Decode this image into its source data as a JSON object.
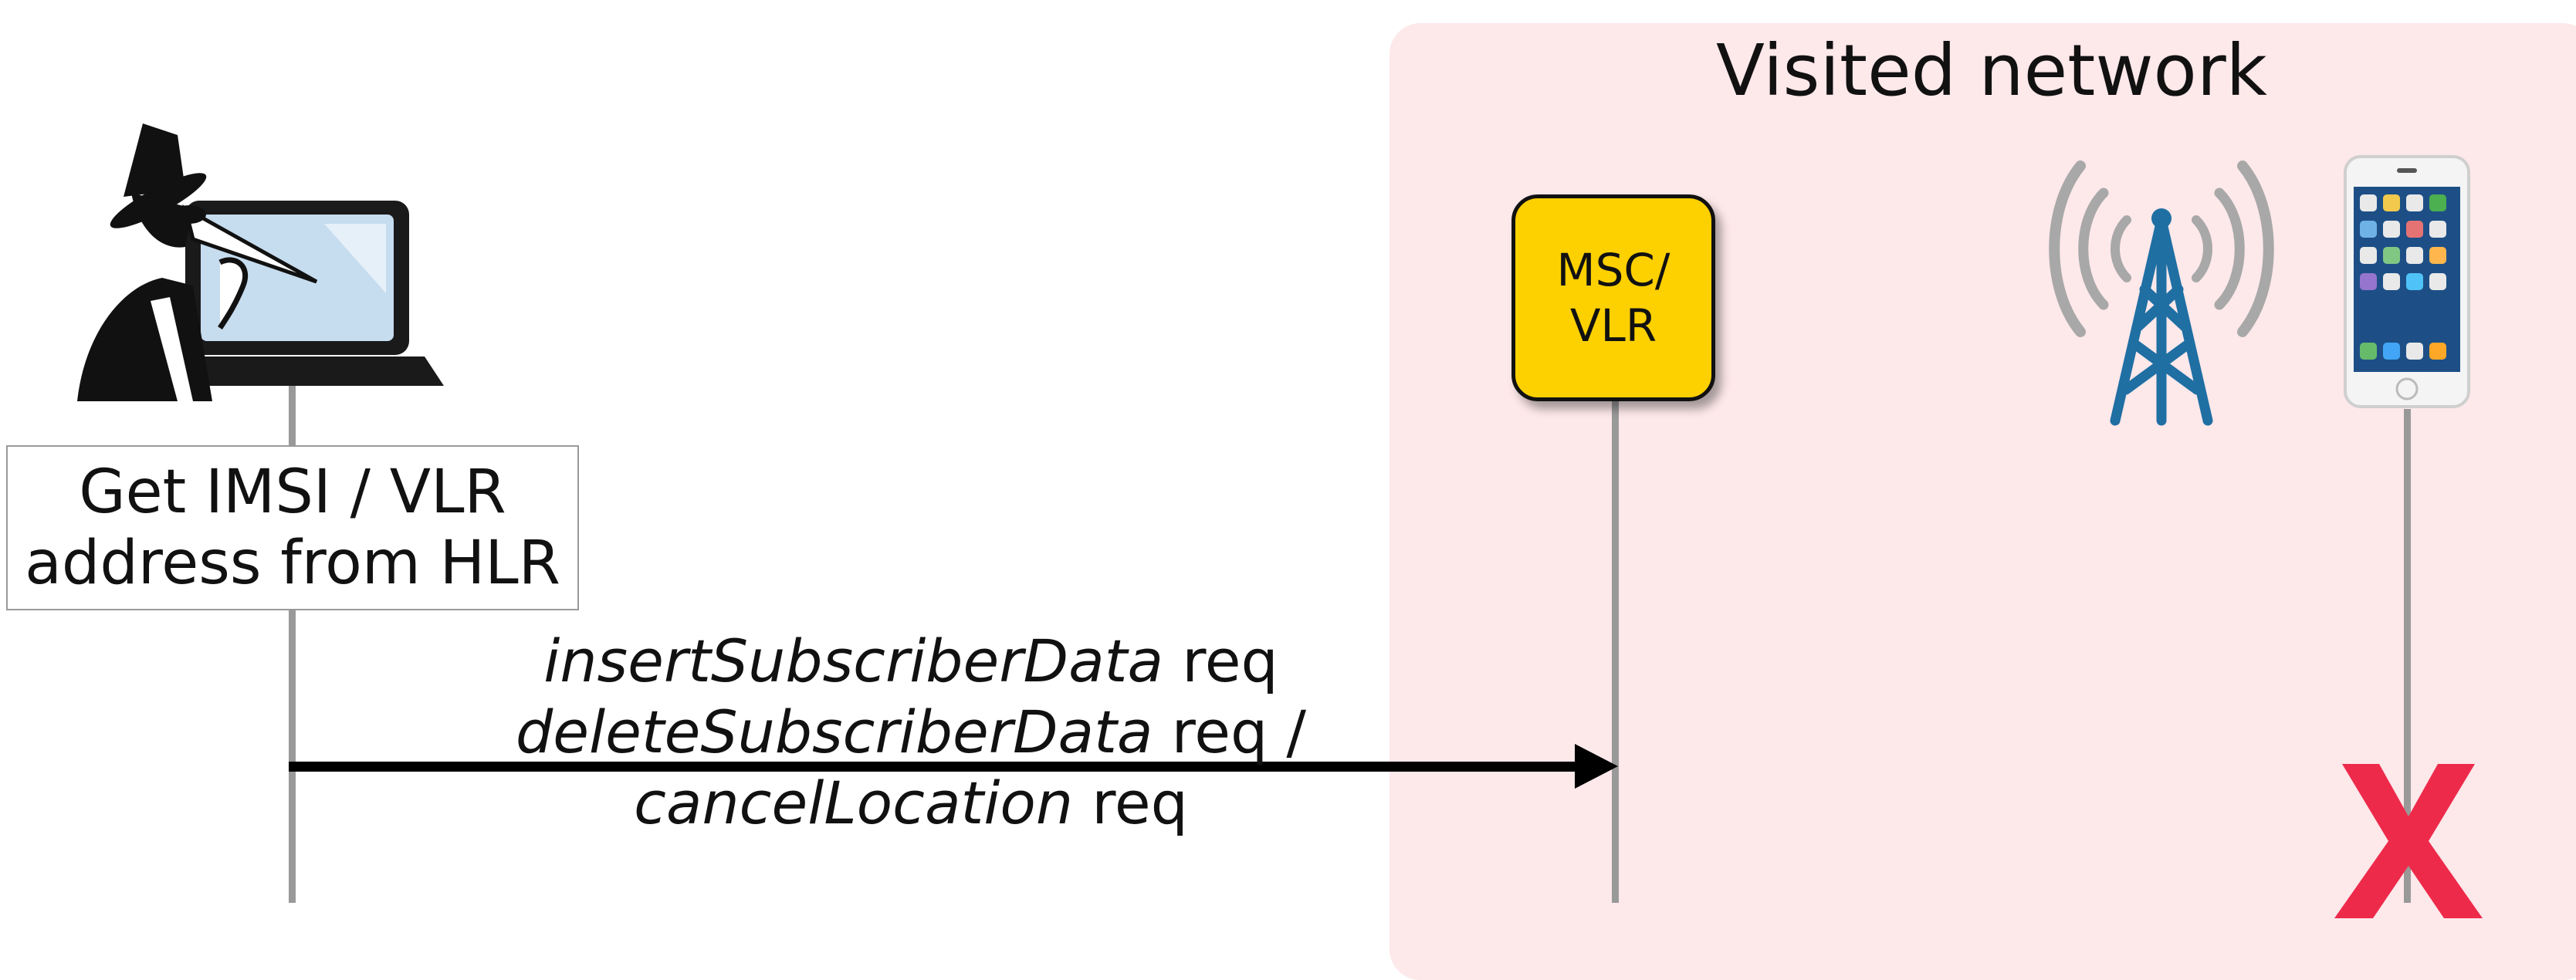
{
  "visited_network": {
    "title": "Visited network",
    "background_color": "#fde8ea"
  },
  "nodes": {
    "attacker": {
      "icon": "spy-with-laptop-icon"
    },
    "msc_vlr": {
      "label_line1": "MSC/",
      "label_line2": "VLR",
      "color": "#fdd000"
    },
    "base_station": {
      "icon": "cell-tower-icon"
    },
    "handset": {
      "icon": "smartphone-icon"
    }
  },
  "steps": {
    "hlr_lookup": {
      "line1": "Get IMSI / VLR",
      "line2": "address from HLR"
    }
  },
  "message": {
    "line1_italic": "insertSubscriberData",
    "line1_rest": " req",
    "line2_italic": "deleteSubscriberData",
    "line2_rest": " req /",
    "line3_italic": "cancelLocation",
    "line3_rest": " req"
  },
  "failure_mark": {
    "symbol": "X",
    "color": "#ee2a4b"
  }
}
